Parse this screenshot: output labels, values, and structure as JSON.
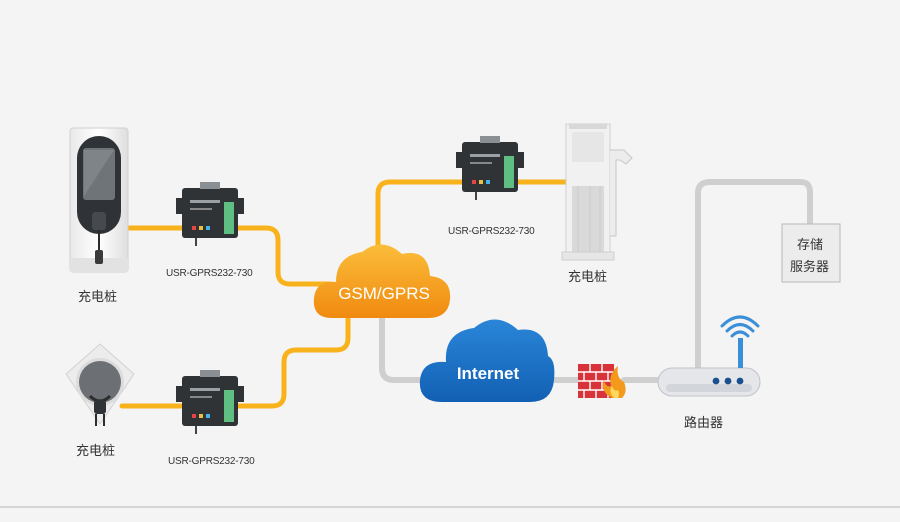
{
  "nodes": {
    "charger_top_left": {
      "label": "充电桩"
    },
    "charger_bottom_left": {
      "label": "充电桩"
    },
    "charger_right": {
      "label": "充电桩"
    },
    "dtu_top_left": {
      "label": "USR-GPRS232-730"
    },
    "dtu_bottom_left": {
      "label": "USR-GPRS232-730"
    },
    "dtu_right": {
      "label": "USR-GPRS232-730"
    },
    "cloud_gsm": {
      "label": "GSM/GPRS"
    },
    "cloud_internet": {
      "label": "Internet"
    },
    "router": {
      "label": "路由器"
    },
    "storage_server": {
      "line1": "存储",
      "line2": "服务器"
    }
  },
  "colors": {
    "link_orange": "#f8b21c",
    "link_gray": "#cfcfcf",
    "gsm_cloud": "#f6a21a",
    "internet_cloud": "#1b73c9",
    "wifi": "#3a8fd8"
  }
}
